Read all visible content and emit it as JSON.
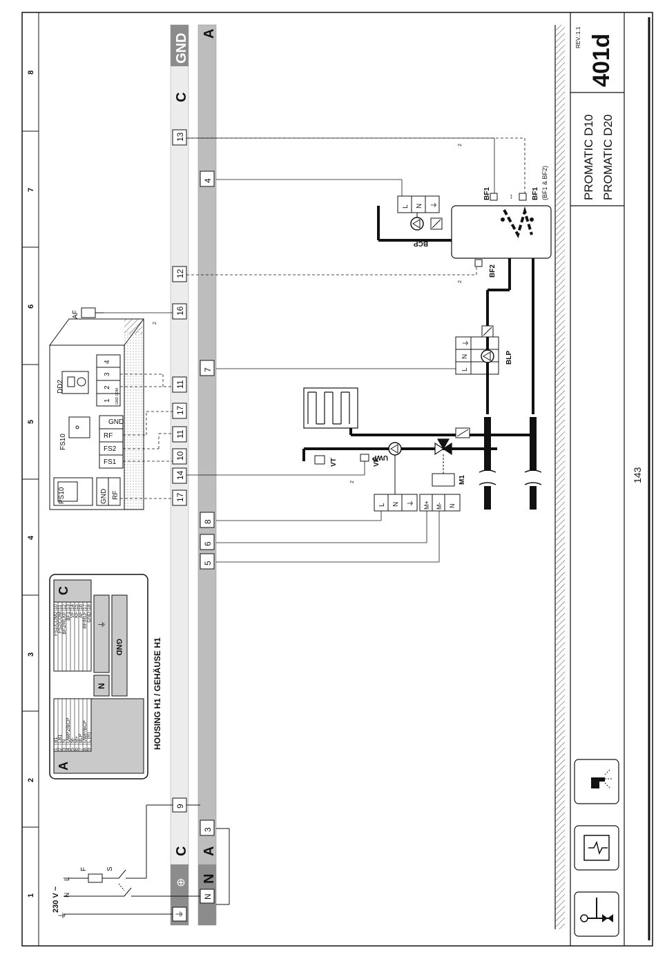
{
  "grid": {
    "rows": [
      "1",
      "2",
      "3",
      "4",
      "5",
      "6",
      "7",
      "8"
    ]
  },
  "bus": {
    "c": "C",
    "gnd": "GND",
    "a": "A",
    "n": "N",
    "pe_symbol": "⊕"
  },
  "supply": {
    "voltage": "230 V ~",
    "n": "N",
    "l": "L",
    "fuse": "F",
    "switch": "S"
  },
  "terminals": {
    "c_bus": [
      "9",
      "17",
      "14",
      "10",
      "11",
      "17",
      "11",
      "16",
      "12",
      "13"
    ],
    "a_bus": [
      "3",
      "5",
      "6",
      "8",
      "7",
      "4"
    ]
  },
  "housing": {
    "title": "HOUSING H1 / GEHÄUSE H1",
    "a_header": "A",
    "c_header": "C",
    "n_label": "N",
    "gnd_label": "GND",
    "pe_label": "⏚",
    "a_rows": [
      {
        "no": "1",
        "label": "B1"
      },
      {
        "no": "2",
        "label": "LB1"
      },
      {
        "no": "3",
        "label": "N"
      },
      {
        "no": "4",
        "label": "UWP2/BCP"
      },
      {
        "no": "5",
        "label": "M-"
      },
      {
        "no": "6",
        "label": "M+"
      },
      {
        "no": "7",
        "label": "BLP"
      },
      {
        "no": "8",
        "label": "UWP/BCP"
      },
      {
        "no": "9",
        "label": "L (R)"
      }
    ],
    "c_rows": [
      {
        "no": "10",
        "label": "FS1/COM2"
      },
      {
        "no": "11",
        "label": "FS2/COM"
      },
      {
        "no": "12",
        "label": "BF2/RLKF"
      },
      {
        "no": "13",
        "label": "BF1"
      },
      {
        "no": "14",
        "label": "VF"
      },
      {
        "no": "15",
        "label": "KF"
      },
      {
        "no": "16",
        "label": "AF"
      },
      {
        "no": "17",
        "label": "RF/RLF"
      },
      {
        "no": "18",
        "label": "GND"
      }
    ]
  },
  "controllers": {
    "ps10": {
      "name": "PS10",
      "rows": [
        "GND",
        "RF"
      ]
    },
    "fs10": {
      "name": "FS10",
      "rows": [
        "GND",
        "RF",
        "FS2",
        "FS1"
      ]
    },
    "dd2": {
      "name": "DD2",
      "pins": [
        "1",
        "2",
        "3",
        "4"
      ],
      "sub": "GND COM"
    },
    "af": "AF"
  },
  "components": {
    "bcp": "BCP",
    "blp": "BLP",
    "uwp": "UWP",
    "vf": "VF",
    "vt": "VT",
    "m1": "M1",
    "bf1": "BF1",
    "bf1_alt": "BF1",
    "bf1_note": "(BF1 & BF2)",
    "bf2": "BF2",
    "lnpe": [
      "L",
      "N",
      "⏚"
    ],
    "motor": [
      "M+",
      "M-",
      "N"
    ],
    "wire2": "2"
  },
  "title_block": {
    "rev": "REV.:1.1",
    "code": "401d",
    "model1": "PROMATIC D10",
    "model2": "PROMATIC D20"
  },
  "page_number": "143"
}
